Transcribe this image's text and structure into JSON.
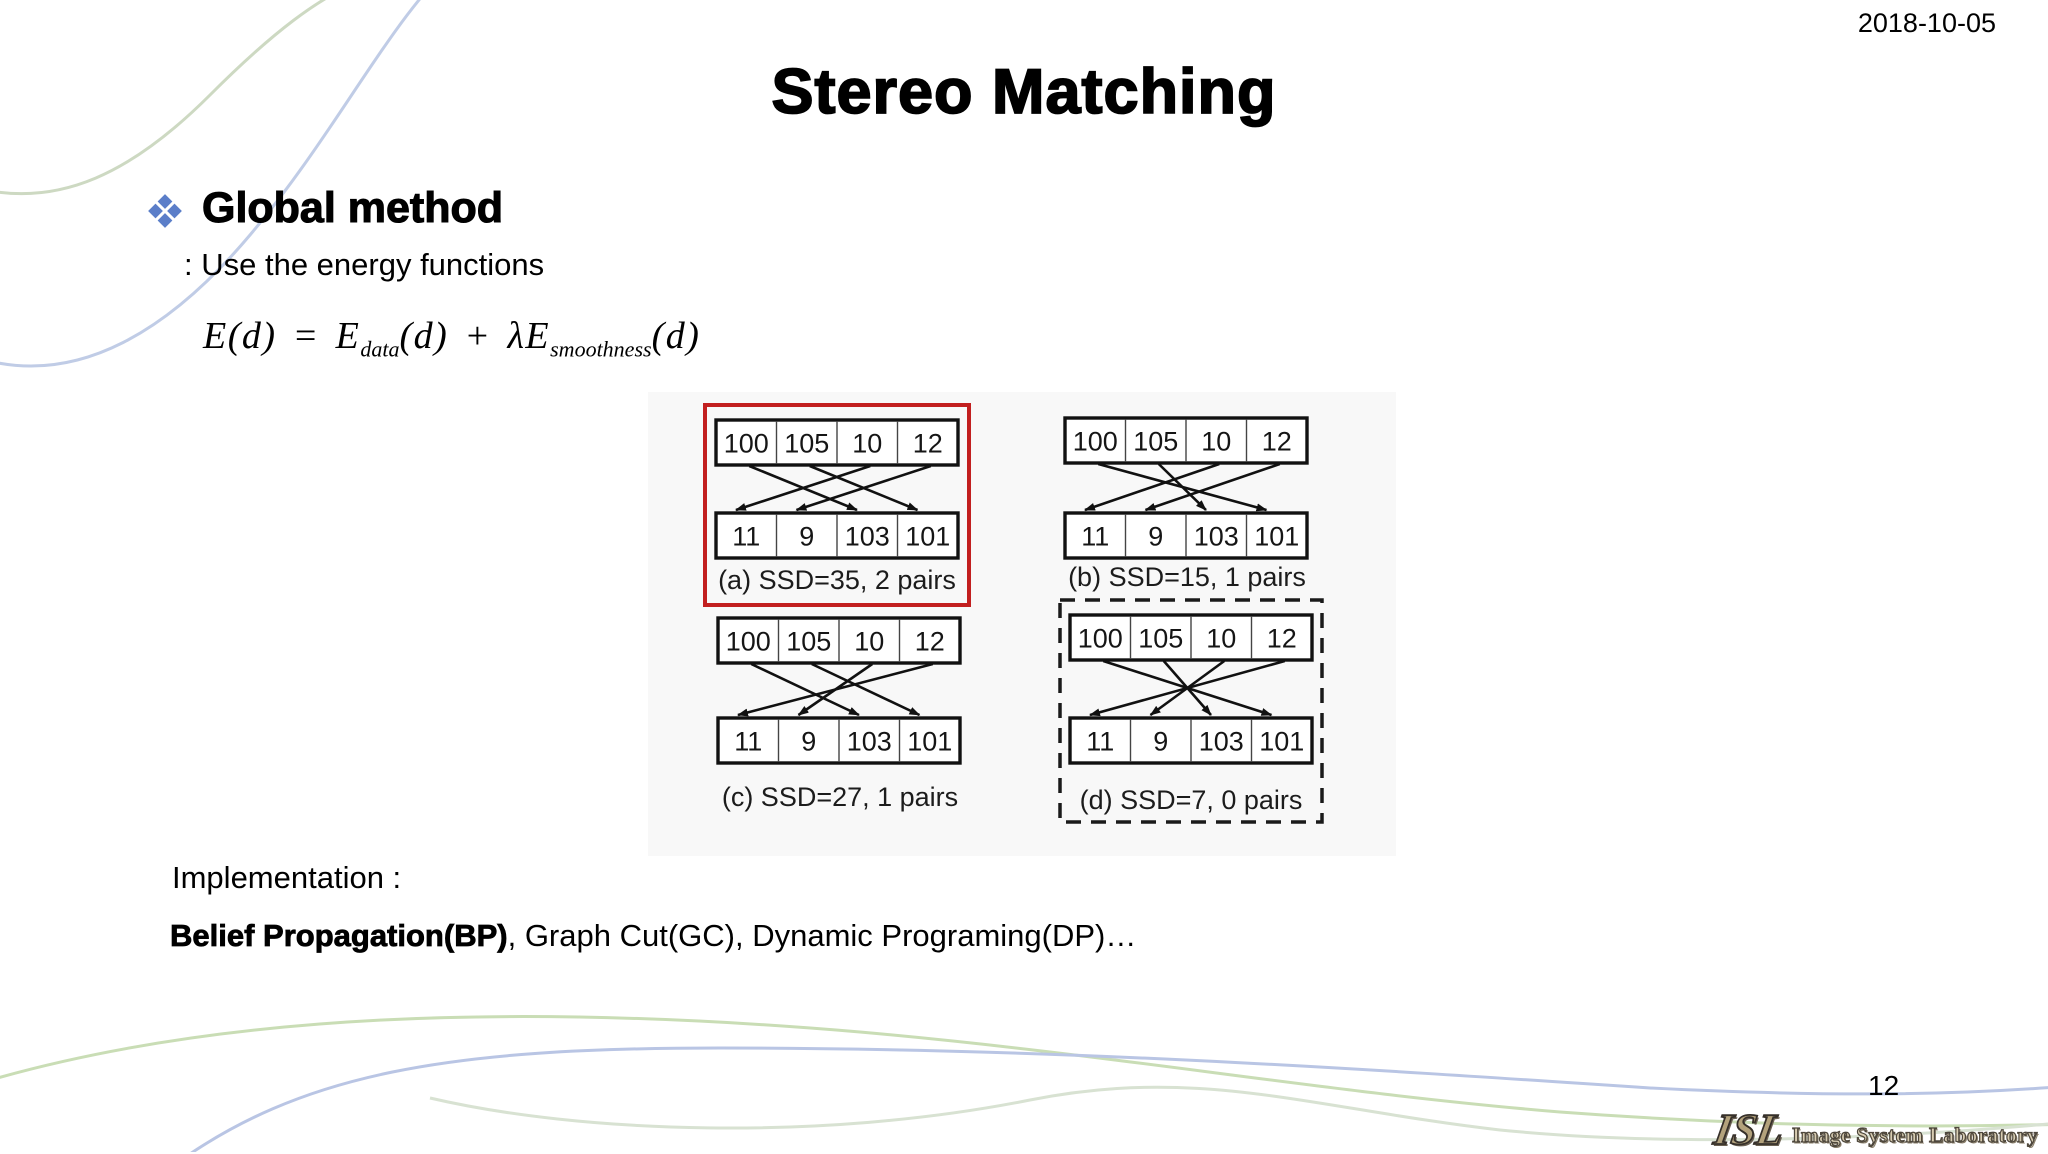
{
  "slide": {
    "date": "2018-10-05",
    "title": "Stereo Matching",
    "page_number": "12"
  },
  "content": {
    "heading": "Global method",
    "subheading": ": Use the energy functions",
    "formula": {
      "part1": "E(d) = E",
      "sub1": "data",
      "part2": "(d) + λE",
      "sub2": "smoothness",
      "part3": "(d)"
    },
    "implementation_label": "Implementation :",
    "implementation_bold": "Belief Propagation(BP)",
    "implementation_rest": ", Graph Cut(GC), Dynamic Programing(DP)…"
  },
  "figure": {
    "top_row": [
      "100",
      "105",
      "10",
      "12"
    ],
    "bottom_row": [
      "11",
      "9",
      "103",
      "101"
    ],
    "diagrams": [
      {
        "label": "a",
        "caption": "(a) SSD=35, 2 pairs",
        "mapping": [
          3,
          4,
          1,
          2
        ],
        "border": "red-solid"
      },
      {
        "label": "b",
        "caption": "(b) SSD=15, 1 pairs",
        "mapping": [
          4,
          3,
          1,
          2
        ],
        "border": "none"
      },
      {
        "label": "c",
        "caption": "(c) SSD=27, 1 pairs",
        "mapping": [
          3,
          4,
          2,
          1
        ],
        "border": "none"
      },
      {
        "label": "d",
        "caption": "(d) SSD=7, 0 pairs",
        "mapping": [
          4,
          3,
          2,
          1
        ],
        "border": "black-dashed"
      }
    ]
  },
  "footer": {
    "logo_abbr": "ISL",
    "logo_name": "Image System Laboratory"
  },
  "colors": {
    "highlight_red": "#c21f1f",
    "bullet_blue": "#5b7ec9",
    "logo_tan": "#b3a27c",
    "logo_label_tan": "#d8cdb2"
  }
}
